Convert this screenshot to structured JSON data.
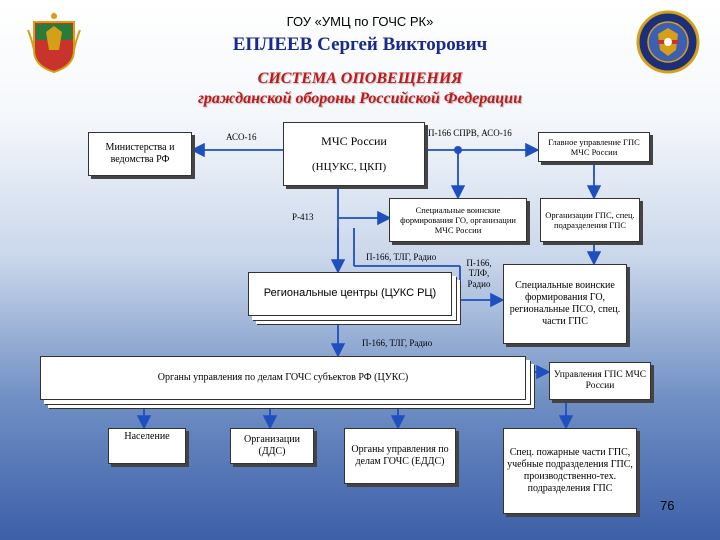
{
  "header": {
    "org": "ГОУ «УМЦ по ГОЧС РК»",
    "author": "ЕПЛЕЕВ Сергей Викторович",
    "title_line1": "СИСТЕМА ОПОВЕЩЕНИЯ",
    "title_line2": "гражданской обороны Российской Федерации"
  },
  "nodes": {
    "ministries": "Министерства и ведомства РФ",
    "mchs_name": "МЧС России",
    "mchs_sub": "(НЦУКС, ЦКП)",
    "gps_main": "Главное управление ГПС МЧС России",
    "military": "Специальные воинские формирования ГО, организации МЧС России",
    "gps_orgs": "Организации ГПС, спец. подразделения ГПС",
    "regional": "Региональные центры (ЦУКС РЦ)",
    "special": "Специальные воинские формирования ГО, региональные ПСО, спец. части ГПС",
    "subjects": "Органы управления по делам ГОЧС субъектов РФ (ЦУКС)",
    "gps_upr": "Управления ГПС МЧС России",
    "population": "Население",
    "organizations": "Организации (ДДС)",
    "local": "Органы управления по делам ГОЧС (ЕДДС)",
    "fire": "Спец. пожарные части ГПС, учебные подразделения ГПС, производственно-тех. подразделения ГПС"
  },
  "labels": {
    "aso16": "АСО-16",
    "p166_sprv": "П-166 СПРВ, АСО-16",
    "r413": "Р-413",
    "p166_tlg_1": "П-166, ТЛГ, Радио",
    "p166_tlf": "П-166, ТЛФ, Радио",
    "p166_tlg_2": "П-166, ТЛГ, Радио"
  },
  "page_number": "76",
  "colors": {
    "author": "#1a2a8c",
    "title": "#c21818",
    "arrow": "#1f4fbf"
  },
  "icons": {
    "left_logo": "coat-of-arms-icon",
    "right_logo": "emblem-icon"
  }
}
